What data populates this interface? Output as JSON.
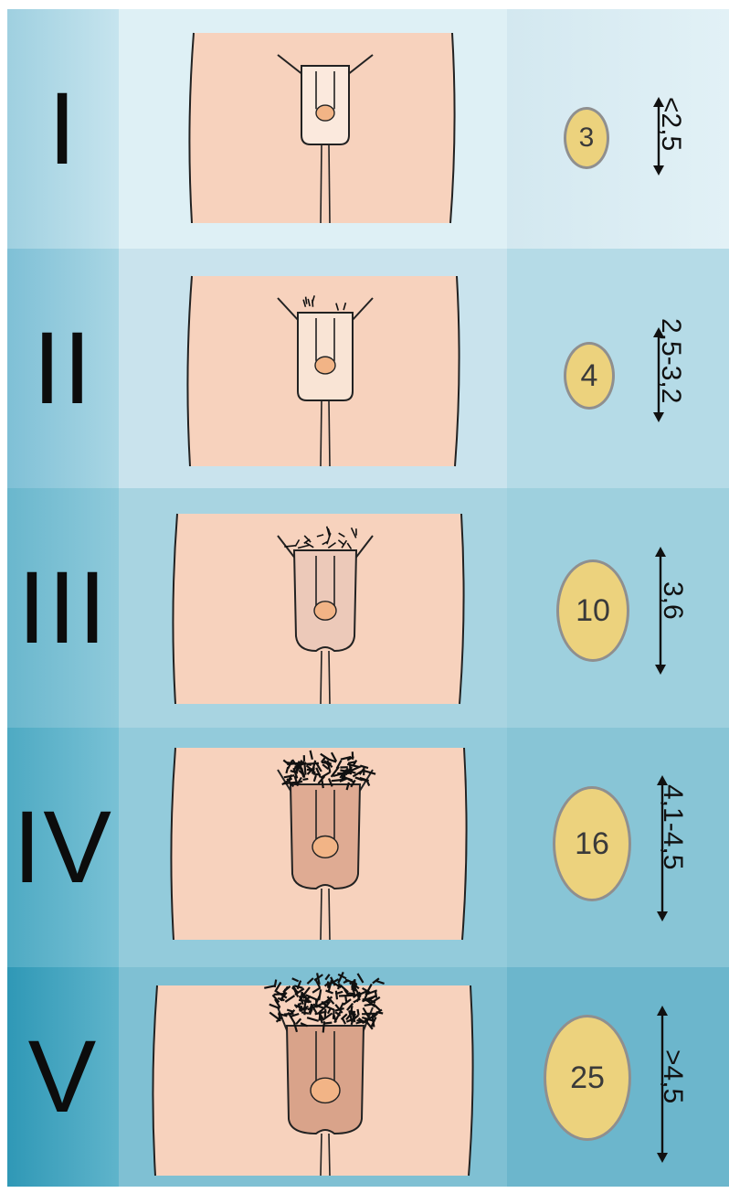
{
  "colors": {
    "skin": "#f7d2bd",
    "testis": "#f2b486",
    "outline": "#222222",
    "oval_fill": "#ecd27d",
    "oval_border": "#8f8f8f"
  },
  "stages": [
    {
      "numeral": "I",
      "volume": "3",
      "size": "<2,5",
      "hair_density": 0,
      "scrotum_tone": "#fbe9dd"
    },
    {
      "numeral": "II",
      "volume": "4",
      "size": "2,5-3,2",
      "hair_density": 1,
      "scrotum_tone": "#f9e4d5"
    },
    {
      "numeral": "III",
      "volume": "10",
      "size": "3,6",
      "hair_density": 2,
      "scrotum_tone": "#ecc9b9"
    },
    {
      "numeral": "IV",
      "volume": "16",
      "size": "4,1-4,5",
      "hair_density": 3,
      "scrotum_tone": "#dfab93"
    },
    {
      "numeral": "V",
      "volume": "25",
      "size": ">4,5",
      "hair_density": 4,
      "scrotum_tone": "#d9a38a"
    }
  ]
}
